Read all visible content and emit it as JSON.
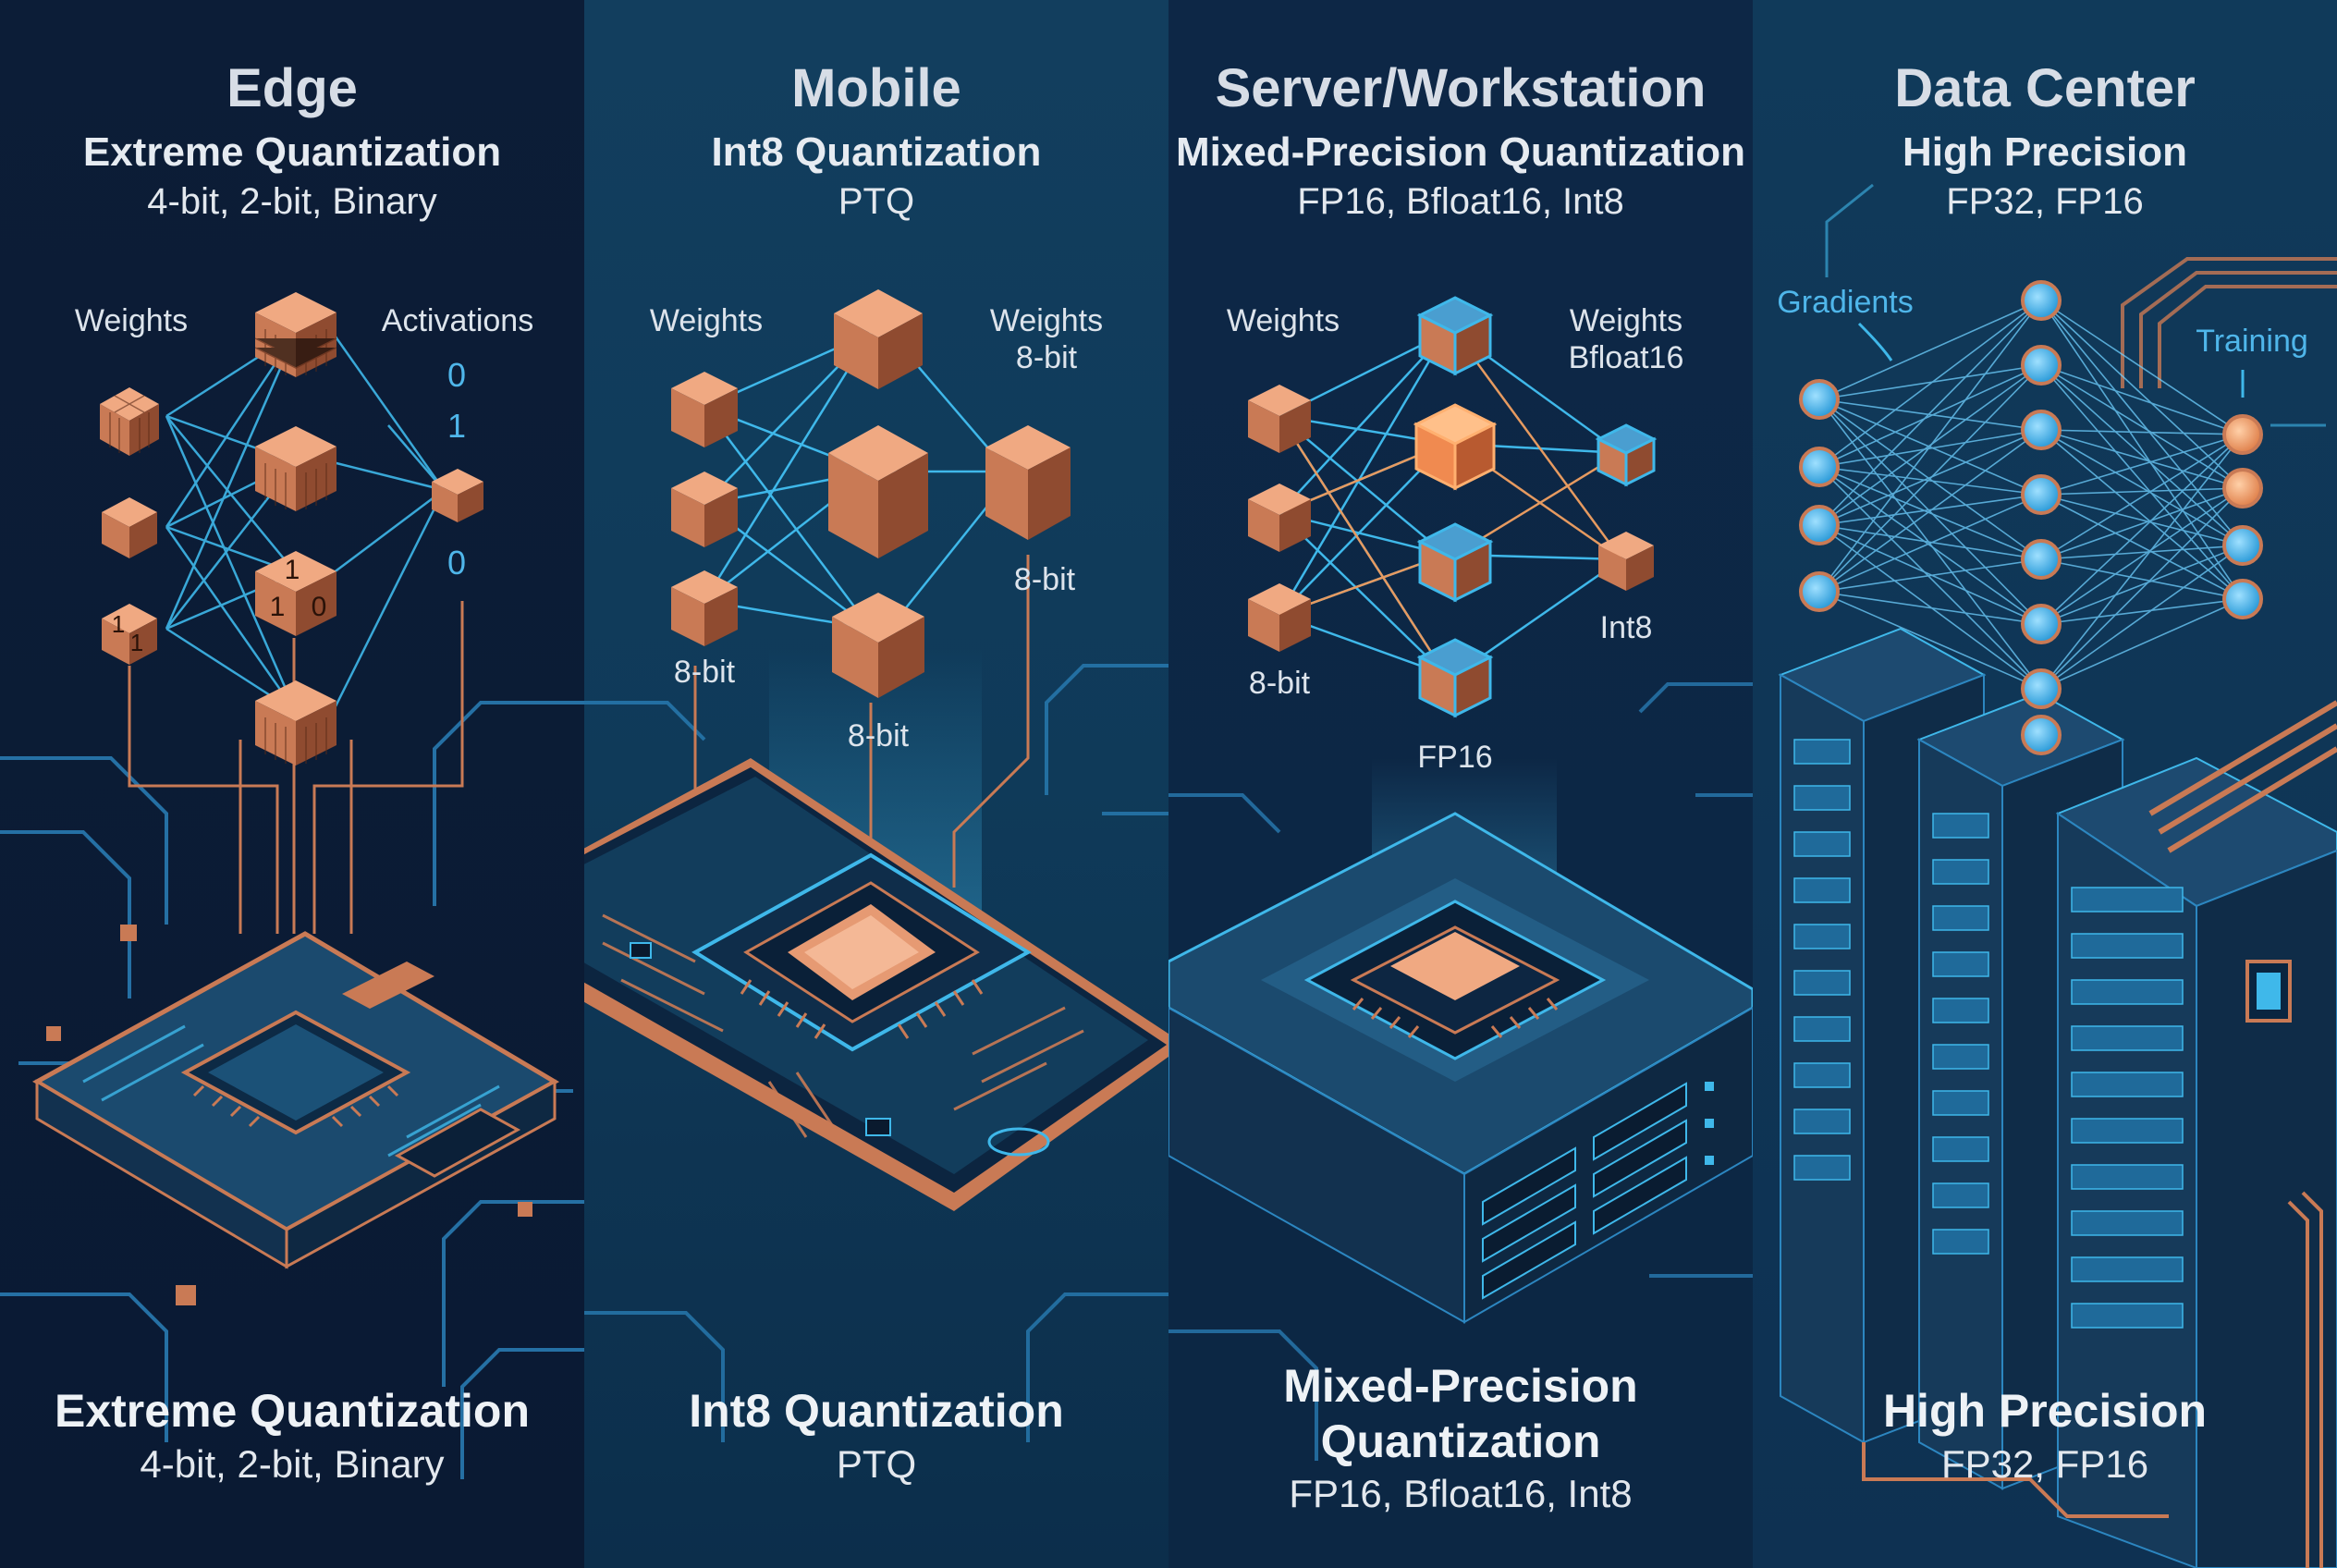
{
  "palette": {
    "copper": "#c97a55",
    "copper_light": "#f0a982",
    "cyan": "#3fb8ea",
    "navy": "#0d2240",
    "teal": "#123e5e"
  },
  "panels": [
    {
      "id": "edge",
      "title": "Edge",
      "subtitle": "Extreme Quantization",
      "formats": "4-bit, 2-bit, Binary",
      "labels": {
        "left": "Weights",
        "right": "Activations"
      },
      "binary_digits": [
        "0",
        "1",
        "0"
      ],
      "cube_digits": {
        "a": "1",
        "b": "1",
        "c": "0",
        "d": "1",
        "e": "1"
      },
      "bottom_title": "Extreme Quantization",
      "bottom_formats": "4-bit, 2-bit, Binary"
    },
    {
      "id": "mobile",
      "title": "Mobile",
      "subtitle": "Int8 Quantization",
      "formats": "PTQ",
      "labels": {
        "left": "Weights",
        "right_1": "Weights",
        "right_2": "8-bit",
        "mid_right": "8-bit",
        "bottom_left": "8-bit",
        "bottom_center": "8-bit"
      },
      "bottom_title": "Int8 Quantization",
      "bottom_formats": "PTQ"
    },
    {
      "id": "server",
      "title": "Server/Workstation",
      "subtitle": "Mixed-Precision Quantization",
      "formats": "FP16, Bfloat16, Int8",
      "labels": {
        "left": "Weights",
        "right_1": "Weights",
        "right_2": "Bfloat16",
        "int8": "Int8",
        "bottom_left": "8-bit",
        "fp16": "FP16"
      },
      "bottom_title_1": "Mixed-Precision",
      "bottom_title_2": "Quantization",
      "bottom_formats": "FP16, Bfloat16, Int8"
    },
    {
      "id": "datacenter",
      "title": "Data Center",
      "subtitle": "High Precision",
      "formats": "FP32, FP16",
      "labels": {
        "gradients": "Gradients",
        "training": "Training"
      },
      "bottom_title": "High Precision",
      "bottom_formats": "FP32, FP16"
    }
  ]
}
